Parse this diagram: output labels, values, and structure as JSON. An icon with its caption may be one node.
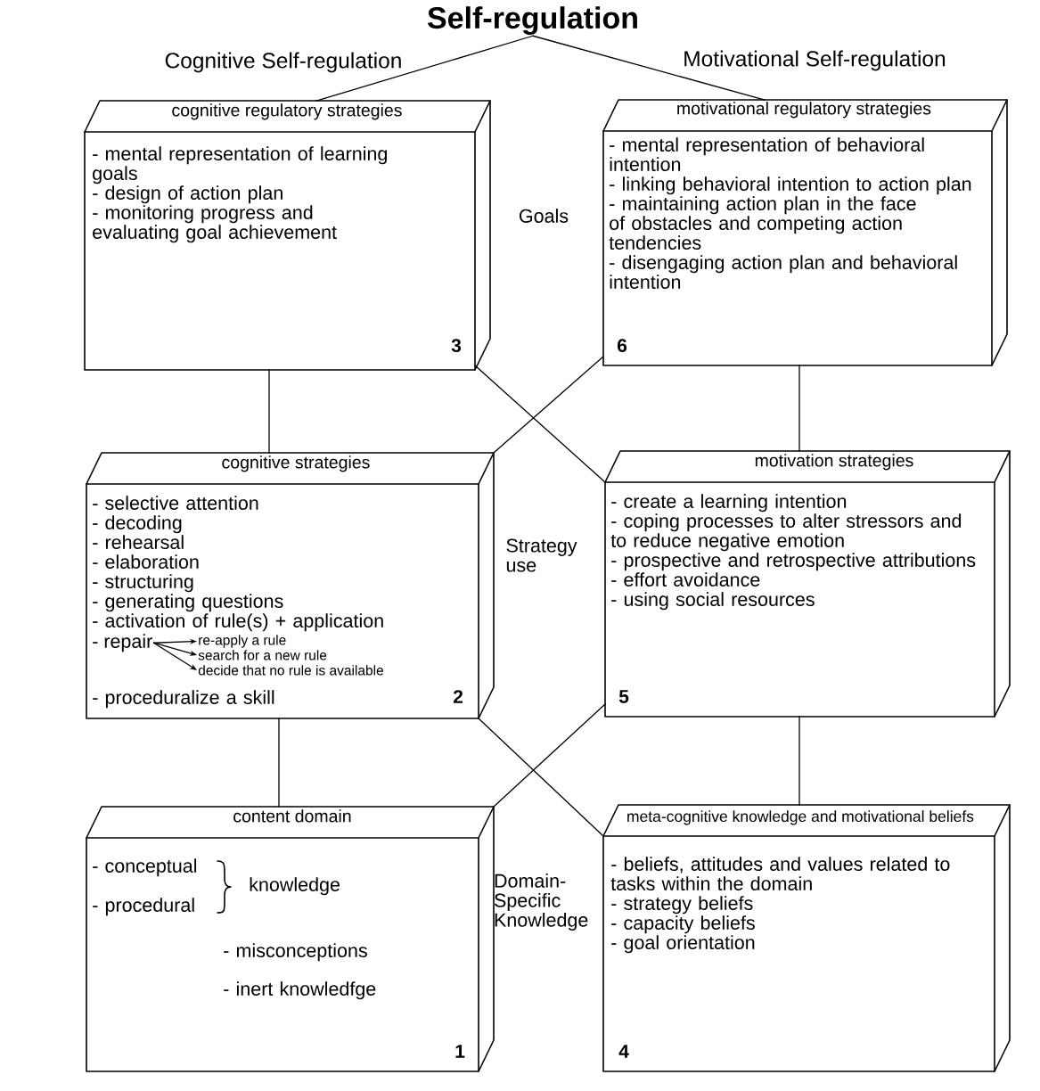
{
  "diagram": {
    "nodes": [
      {
        "text": [
          "Self-regulation"
        ]
      },
      {
        "text": [
          "cognitive regulatory strategies",
          "- mental representation of learning goals",
          "- design of action plan",
          "- monitoring progress and evaluating goal achievement",
          "3"
        ]
      },
      {
        "text": [
          "motivational regulatory strategies",
          "- mental representation of behavioral intention",
          "- linking behavioral intention to action plan",
          "- maintaining action plan in the face of obstacles and competing action tendencies",
          "- disengaging action plan and behavioral intention",
          "6"
        ]
      },
      {
        "text": [
          "cognitive strategies",
          "- selective attention",
          "- decoding",
          "- rehearsal",
          "- elaboration",
          "- structuring",
          "- generating questions",
          "- activation of rule(s) + application",
          "- proceduralize a skill",
          "2"
        ]
      },
      {
        "text": [
          "- repair"
        ],
        "in": 3
      },
      {
        "text": [
          "re-apply a rule"
        ],
        "in": 3
      },
      {
        "text": [
          "search for a new rule"
        ],
        "in": 3
      },
      {
        "text": [
          "decide that no rule is available"
        ],
        "in": 3
      },
      {
        "text": [
          "motivation strategies",
          "- create a learning intention",
          "- coping processes to alter stressors and to reduce negative emotion",
          "- prospective and retrospective attributions",
          "- effort avoidance",
          "- using social resources",
          "5"
        ]
      },
      {
        "text": [
          "content domain",
          "- conceptual",
          "- procedural",
          "knowledge",
          "- misconceptions",
          "- inert knowledfge",
          "1"
        ]
      },
      {
        "text": [
          "meta-cognitive knowledge and motivational beliefs",
          "- beliefs, attitudes and values related to tasks within the domain",
          "- strategy beliefs",
          "- capacity beliefs",
          "- goal orientation",
          "4"
        ]
      }
    ],
    "edges": [
      {
        "from": 0,
        "to": 1,
        "arrow": "none"
      },
      {
        "from": 0,
        "to": 2,
        "arrow": "none"
      },
      {
        "from": 1,
        "to": 3,
        "arrow": "none"
      },
      {
        "from": 2,
        "to": 8,
        "arrow": "none"
      },
      {
        "from": 1,
        "to": 8,
        "arrow": "none"
      },
      {
        "from": 2,
        "to": 3,
        "arrow": "none"
      },
      {
        "from": 4,
        "to": 5,
        "arrow": "to"
      },
      {
        "from": 4,
        "to": 6,
        "arrow": "to"
      },
      {
        "from": 4,
        "to": 7,
        "arrow": "to"
      },
      {
        "from": 3,
        "to": 9,
        "arrow": "none"
      },
      {
        "from": 8,
        "to": 10,
        "arrow": "none"
      },
      {
        "from": 3,
        "to": 10,
        "arrow": "none"
      },
      {
        "from": 8,
        "to": 9,
        "arrow": "none"
      }
    ],
    "labels": [
      "Cognitive Self-regulation",
      "Motivational Self-regulation",
      "Goals",
      "Strategy use",
      "Domain-Specific Knowledge"
    ]
  }
}
